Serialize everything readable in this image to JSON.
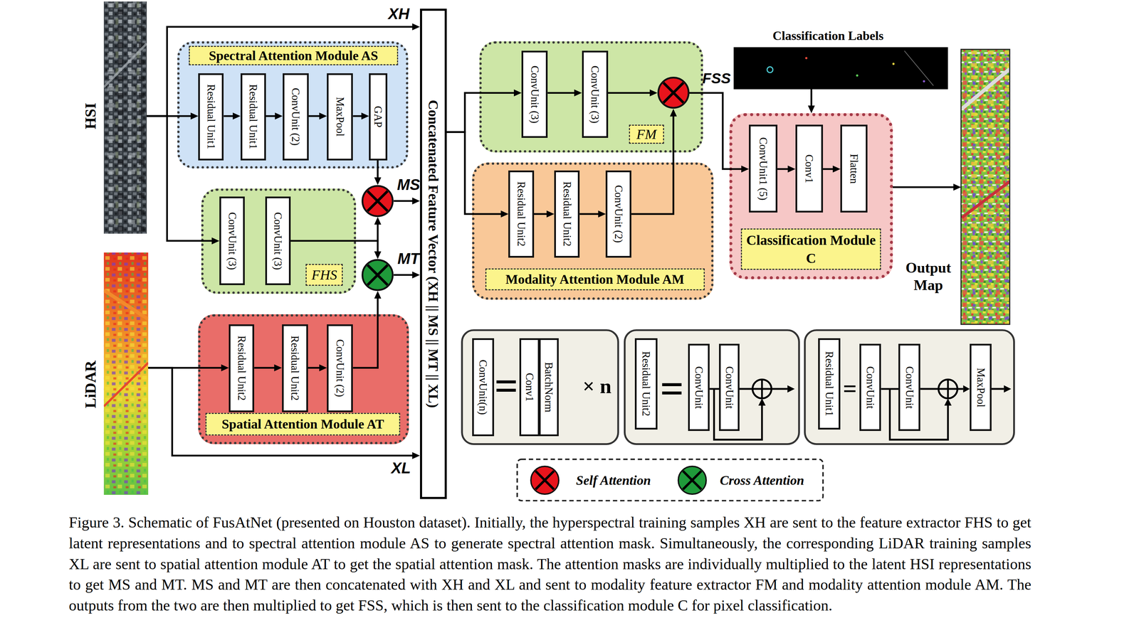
{
  "diagram": {
    "caption": "Figure 3. Schematic of FusAtNet (presented on Houston dataset). Initially, the hyperspectral training samples XH are sent to the feature extractor FHS to get latent representations and to spectral attention module AS to generate spectral attention mask. Simultaneously, the corresponding LiDAR training samples XL are sent to spatial attention module AT to get the spatial attention mask. The attention masks are individually multiplied to the latent HSI representations to get MS and MT. MS and MT are then concatenated with XH and XL and sent to modality feature extractor FM and modality attention module AM. The outputs from the two are then multiplied to get FSS, which is then sent to the classification module C for pixel classification.",
    "nodes": [
      {
        "text": [
          "HSI"
        ]
      },
      {
        "text": [
          "Spectral Attention Module AS"
        ]
      },
      {
        "text": [
          "Residual Unit1"
        ],
        "in": 1
      },
      {
        "text": [
          "Residual Unit1"
        ],
        "in": 1
      },
      {
        "text": [
          "ConvUnit (2)"
        ],
        "in": 1
      },
      {
        "text": [
          "MaxPool"
        ],
        "in": 1
      },
      {
        "text": [
          "GAP"
        ],
        "in": 1
      },
      {
        "text": [
          "FHS"
        ]
      },
      {
        "text": [
          "ConvUnit (3)"
        ],
        "in": 7
      },
      {
        "text": [
          "ConvUnit (3)"
        ],
        "in": 7
      },
      {
        "text": [
          "MS"
        ]
      },
      {
        "text": [
          "MT"
        ]
      },
      {
        "text": [
          "LiDAR"
        ]
      },
      {
        "text": [
          "Spatial Attention Module AT"
        ]
      },
      {
        "text": [
          "Residual Unit2"
        ],
        "in": 13
      },
      {
        "text": [
          "Residual Unit2"
        ],
        "in": 13
      },
      {
        "text": [
          "ConvUnit (2)"
        ],
        "in": 13
      },
      {
        "text": [
          "Concatenated Feature Vector (XH || MS || MT || XL)"
        ]
      },
      {
        "text": [
          "FM"
        ]
      },
      {
        "text": [
          "ConvUnit (3)"
        ],
        "in": 18
      },
      {
        "text": [
          "ConvUnit (3)"
        ],
        "in": 18
      },
      {
        "text": [
          "FSS"
        ],
        "in": 18
      },
      {
        "text": [
          "Modality Attention Module AM"
        ]
      },
      {
        "text": [
          "Residual Unit2"
        ],
        "in": 22
      },
      {
        "text": [
          "Residual Unit2"
        ],
        "in": 22
      },
      {
        "text": [
          "ConvUnit (2)"
        ],
        "in": 22
      },
      {
        "text": [
          "Classification Labels"
        ]
      },
      {
        "text": [
          "Classification Module C"
        ]
      },
      {
        "text": [
          "ConvUnit1 (5)"
        ],
        "in": 27
      },
      {
        "text": [
          "Conv1"
        ],
        "in": 27
      },
      {
        "text": [
          "Flatten"
        ],
        "in": 27
      },
      {
        "text": [
          "Output Map"
        ]
      },
      {
        "text": [
          "ConvUnit(n)"
        ]
      },
      {
        "text": [
          "Conv1"
        ]
      },
      {
        "text": [
          "BatchNorm"
        ]
      },
      {
        "text": [
          "Residual Unit2"
        ]
      },
      {
        "text": [
          "ConvUnit"
        ]
      },
      {
        "text": [
          "ConvUnit"
        ]
      },
      {
        "text": [
          "Residual Unit1"
        ]
      },
      {
        "text": [
          "ConvUnit"
        ]
      },
      {
        "text": [
          "ConvUnit"
        ]
      },
      {
        "text": [
          "MaxPool"
        ]
      }
    ],
    "edges": [
      {
        "from": 0,
        "to": 2,
        "arrow": "to"
      },
      {
        "from": 0,
        "to": 8,
        "arrow": "to"
      },
      {
        "from": 0,
        "to": 17,
        "arrow": "to",
        "label": "XH"
      },
      {
        "from": 2,
        "to": 3,
        "arrow": "to"
      },
      {
        "from": 3,
        "to": 4,
        "arrow": "to"
      },
      {
        "from": 4,
        "to": 5,
        "arrow": "to"
      },
      {
        "from": 5,
        "to": 6,
        "arrow": "to"
      },
      {
        "from": 6,
        "to": 10,
        "arrow": "to"
      },
      {
        "from": 9,
        "to": 10,
        "arrow": "to"
      },
      {
        "from": 9,
        "to": 11,
        "arrow": "to"
      },
      {
        "from": 10,
        "to": 17,
        "arrow": "to"
      },
      {
        "from": 11,
        "to": 17,
        "arrow": "to"
      },
      {
        "from": 12,
        "to": 14,
        "arrow": "to"
      },
      {
        "from": 12,
        "to": 17,
        "arrow": "to",
        "label": "XL"
      },
      {
        "from": 14,
        "to": 15,
        "arrow": "to"
      },
      {
        "from": 15,
        "to": 16,
        "arrow": "to"
      },
      {
        "from": 16,
        "to": 11,
        "arrow": "to"
      },
      {
        "from": 17,
        "to": 19,
        "arrow": "to"
      },
      {
        "from": 17,
        "to": 23,
        "arrow": "to"
      },
      {
        "from": 19,
        "to": 20,
        "arrow": "to"
      },
      {
        "from": 20,
        "to": 21,
        "arrow": "to"
      },
      {
        "from": 23,
        "to": 24,
        "arrow": "to"
      },
      {
        "from": 24,
        "to": 25,
        "arrow": "to"
      },
      {
        "from": 25,
        "to": 21,
        "arrow": "to"
      },
      {
        "from": 21,
        "to": 28,
        "arrow": "to"
      },
      {
        "from": 26,
        "to": 27,
        "arrow": "to"
      },
      {
        "from": 28,
        "to": 29,
        "arrow": "to"
      },
      {
        "from": 29,
        "to": 30,
        "arrow": "to"
      },
      {
        "from": 27,
        "to": 31,
        "arrow": "to"
      },
      {
        "from": 36,
        "to": 37,
        "arrow": "none"
      },
      {
        "from": 39,
        "to": 40,
        "arrow": "none"
      }
    ],
    "labels": [
      "=",
      "=",
      "=",
      "× n"
    ],
    "legend": [
      {
        "text": "Self Attention",
        "color": "#e8141c"
      },
      {
        "text": "Cross Attention",
        "color": "#1f9a3a"
      }
    ]
  }
}
